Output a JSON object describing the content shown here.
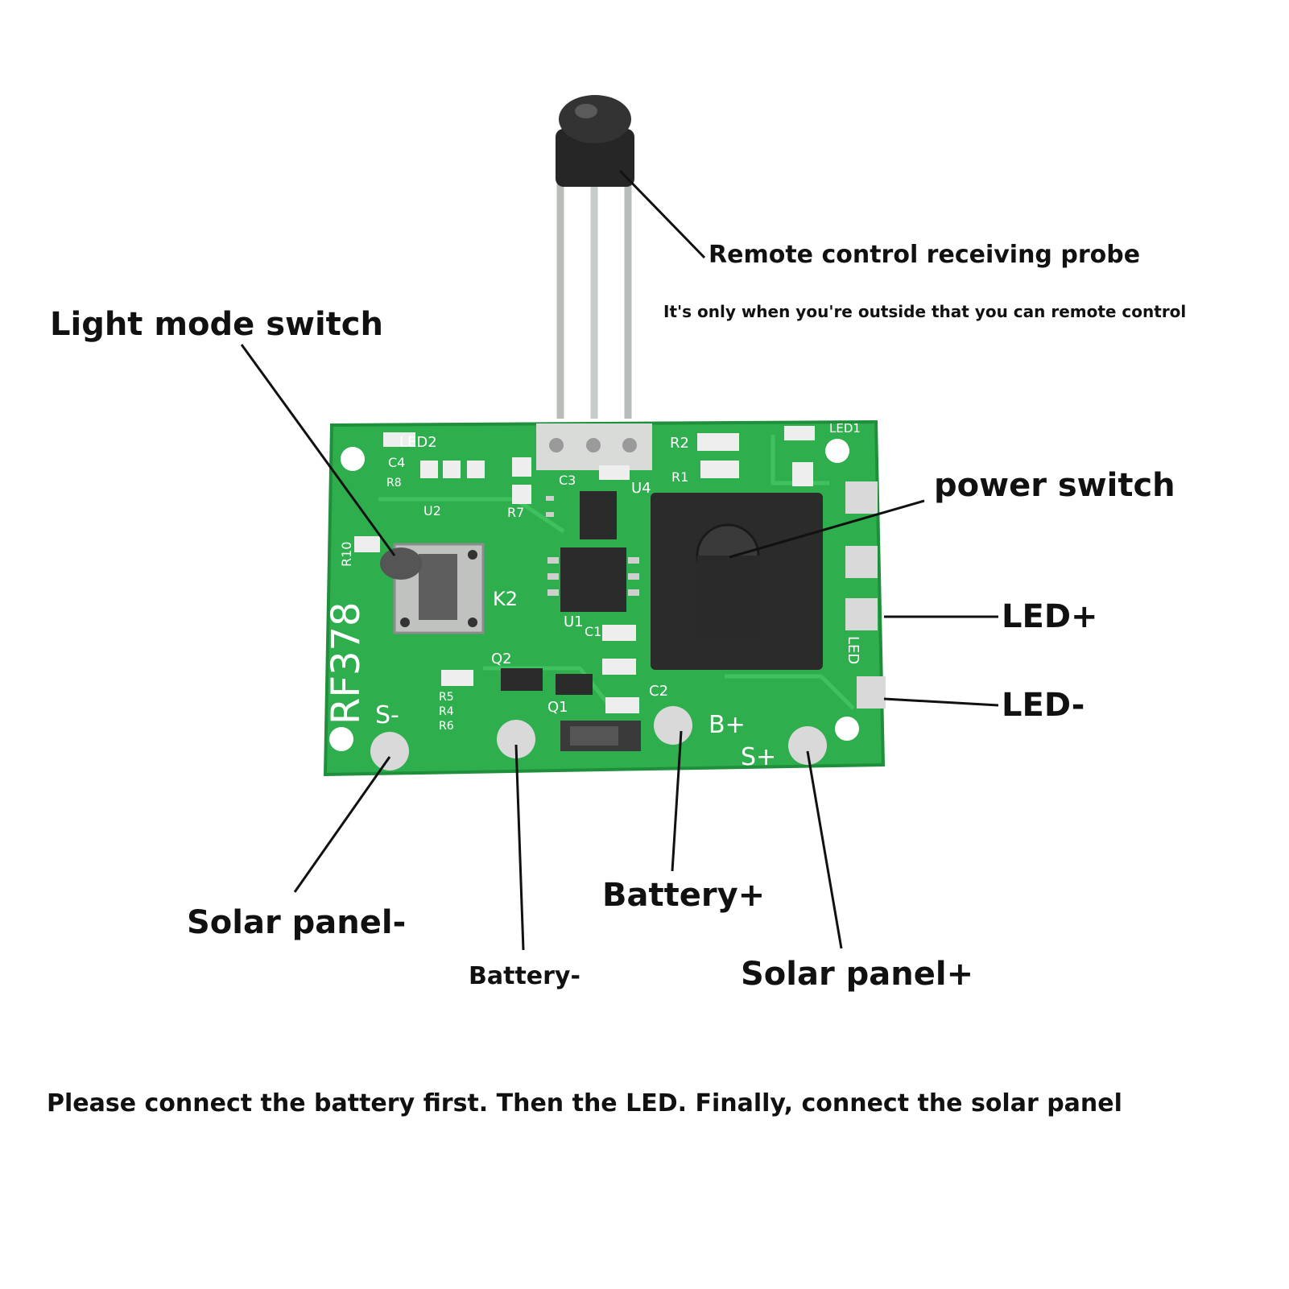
{
  "labels": {
    "probe": "Remote control receiving probe",
    "probe_note": "It's only when you're outside that you can remote control",
    "light_mode": "Light mode switch",
    "power": "power switch",
    "led_plus": "LED+",
    "led_minus": "LED-",
    "solar_minus": "Solar panel-",
    "battery_minus": "Battery-",
    "battery_plus": "Battery+",
    "solar_plus": "Solar panel+"
  },
  "instruction": "Please connect the battery first. Then the LED. Finally, connect the solar panel",
  "board_silkscreen": {
    "model": "RF378",
    "led2": "LED2",
    "led1": "LED1",
    "k2": "K2",
    "r2": "R2",
    "r1": "R1",
    "r10": "R10",
    "c4": "C4",
    "r8": "R8",
    "u2": "U2",
    "r7": "R7",
    "c3": "C3",
    "u4": "U4",
    "u1": "U1",
    "c1": "C1",
    "c2": "C2",
    "q2": "Q2",
    "q1": "Q1",
    "r5": "R5",
    "r4": "R4",
    "r6": "R6",
    "s_minus": "S-",
    "b_plus": "B+",
    "s_plus": "S+",
    "led_side": "LED"
  },
  "colors": {
    "pcb": "#2fae4e",
    "pcb_dark": "#1f8f3c",
    "component": "#2b2b2b",
    "pad": "#d9d9d9",
    "leader": "#111111"
  }
}
